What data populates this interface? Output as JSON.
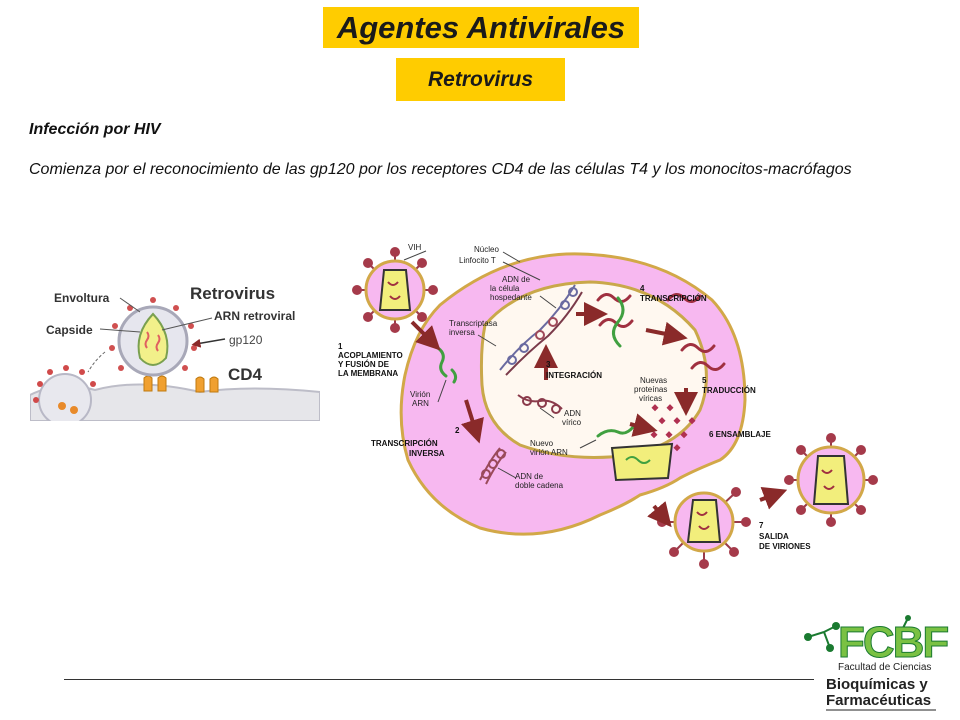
{
  "header": {
    "title": "Agentes Antivirales",
    "subtitle": "Retrovirus"
  },
  "content": {
    "heading": "Infección por HIV",
    "paragraph": "Comienza por el reconocimiento de las gp120 por los receptores CD4 de las células T4 y los monocitos-macrófagos"
  },
  "retrovirus_figure": {
    "title": "Retrovirus",
    "labels": {
      "envoltura": "Envoltura",
      "capside": "Capside",
      "arn": "ARN retroviral",
      "gp120": "gp120",
      "cd4": "CD4"
    }
  },
  "cycle_figure": {
    "labels": {
      "vih": "VIH",
      "nucleo": "Núcleo",
      "linfocito": "Linfocito T",
      "adn_hosp_1": "ADN de",
      "adn_hosp_2": "la célula",
      "adn_hosp_3": "hospedante",
      "transcriptasa_1": "Transcriptasa",
      "transcriptasa_2": "inversa",
      "virion_arn_1": "Virión",
      "virion_arn_2": "ARN",
      "adn_virico_1": "ADN",
      "adn_virico_2": "vírico",
      "nuevo_virion_1": "Nuevo",
      "nuevo_virion_2": "virión ARN",
      "adn_doble_1": "ADN de",
      "adn_doble_2": "doble cadena",
      "nuevas_prot_1": "Nuevas",
      "nuevas_prot_2": "proteínas",
      "nuevas_prot_3": "víricas"
    },
    "steps": {
      "s1_num": "1",
      "s1_l1": "ACOPLAMIENTO",
      "s1_l2": "Y FUSIÓN DE",
      "s1_l3": "LA MEMBRANA",
      "s2_num": "2",
      "s2_l1": "TRANSCRIPCIÓN",
      "s2_l2": "INVERSA",
      "s3_num": "3",
      "s3_l1": "INTEGRACIÓN",
      "s4_num": "4",
      "s4_l1": "TRANSCRIPCIÓN",
      "s5_num": "5",
      "s5_l1": "TRADUCCIÓN",
      "s6": "6 ENSAMBLAJE",
      "s7_num": "7",
      "s7_l1": "SALIDA",
      "s7_l2": "DE VIRIONES"
    }
  },
  "logo": {
    "letters": "FCBF",
    "line1": "Facultad de Ciencias",
    "line2": "Bioquímicas y",
    "line3": "Farmacéuticas"
  },
  "colors": {
    "accent": "#ffcc00",
    "cell": "#f7b8f0",
    "nucleus": "#fff8f0",
    "virus_spike": "#a53a4a",
    "capsid": "#f7f07a",
    "arrow": "#8a2a2a"
  }
}
